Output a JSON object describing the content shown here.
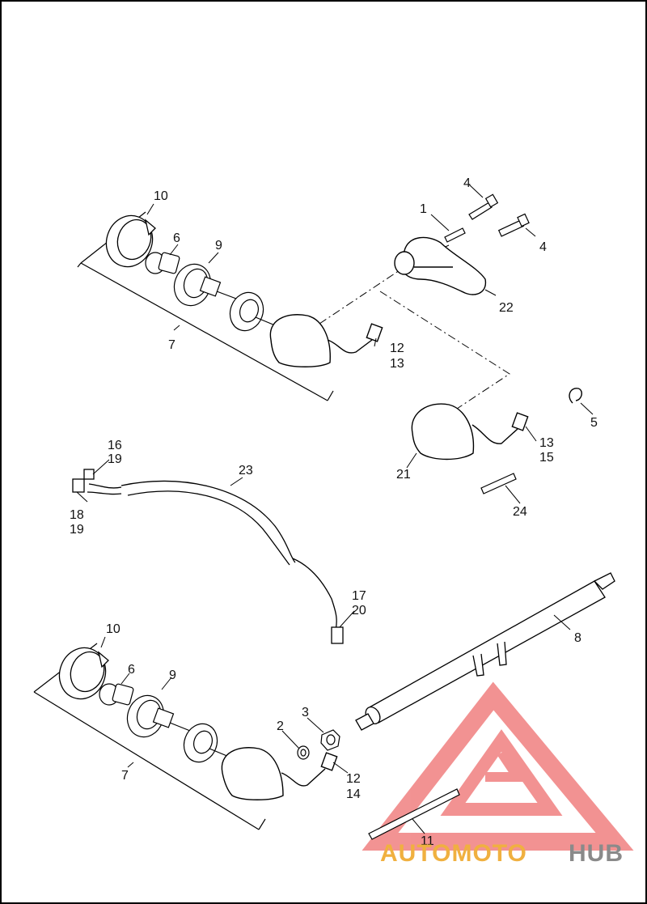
{
  "callouts": {
    "c1": "1",
    "c2": "2",
    "c3": "3",
    "c4a": "4",
    "c4b": "4",
    "c5": "5",
    "c6a": "6",
    "c6b": "6",
    "c7a": "7",
    "c7b": "7",
    "c8": "8",
    "c9a": "9",
    "c9b": "9",
    "c10a": "10",
    "c10b": "10",
    "c11": "11",
    "c12a": "12",
    "c12b": "12",
    "c13a": "13",
    "c13b": "13",
    "c14": "14",
    "c15": "15",
    "c16": "16",
    "c17": "17",
    "c18": "18",
    "c19a": "19",
    "c19b": "19",
    "c20": "20",
    "c21": "21",
    "c22": "22",
    "c23": "23",
    "c24": "24"
  },
  "watermark": {
    "part1": "AUTOMOTO",
    "part2": "HUB",
    "color_primary": "#f0b040",
    "color_secondary": "#8a8a8a",
    "triangle_color": "#f08080"
  }
}
